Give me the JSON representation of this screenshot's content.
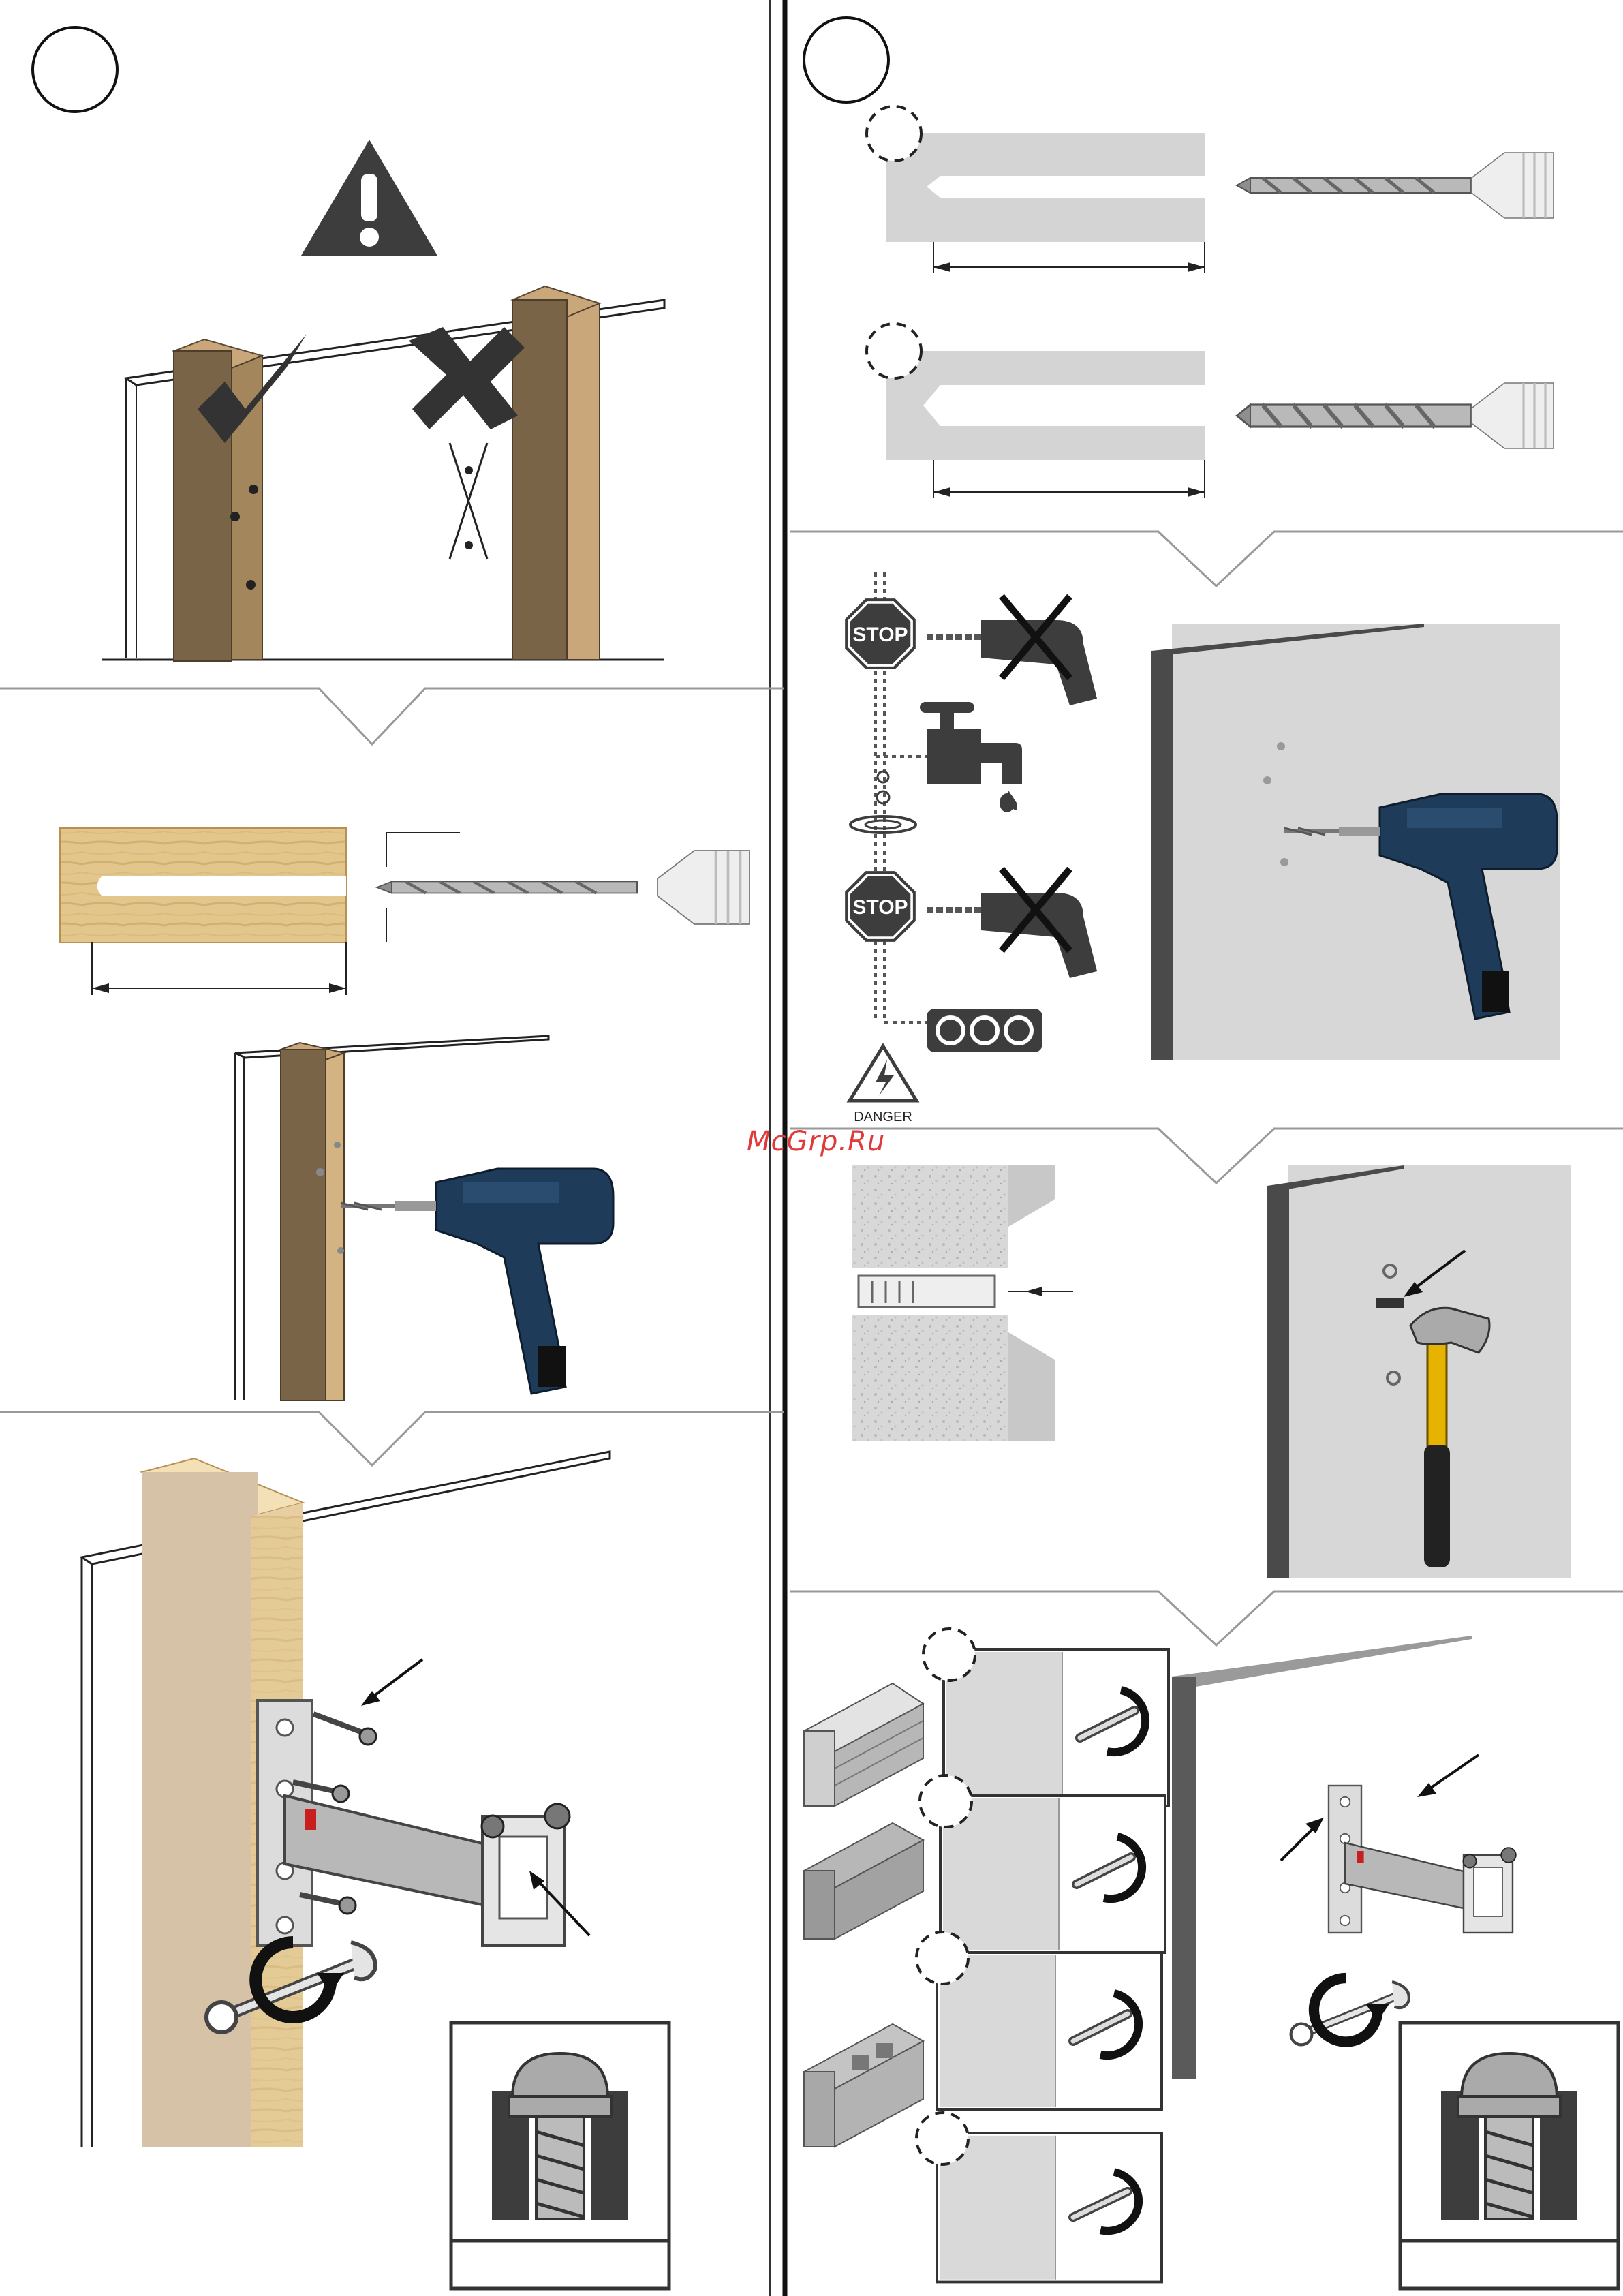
{
  "page": {
    "steps": [
      {
        "id": "step-left",
        "label": ""
      },
      {
        "id": "step-right",
        "label": ""
      }
    ],
    "signs": {
      "stop_1": "STOP",
      "stop_2": "STOP",
      "danger": "DANGER"
    },
    "watermark": "McGrp.Ru"
  },
  "colors": {
    "wood_dark": "#7a6448",
    "wood_light": "#c9a77a",
    "wood_grain": "#e8cf97",
    "panel_grey": "#d7d7d7",
    "wall_dark": "#4a4a4a",
    "drill_blue": "#1f3b5a",
    "icon_dark": "#3d3d3d",
    "hammer_yellow": "#e6b400",
    "marker_red": "#c81e1e"
  },
  "icons": [
    "warning-icon",
    "check-icon",
    "cross-icon",
    "stop-sign-icon",
    "faucet-icon",
    "power-strip-icon",
    "danger-icon",
    "drill-icon",
    "hammer-icon",
    "screw-icon",
    "wrench-icon"
  ]
}
